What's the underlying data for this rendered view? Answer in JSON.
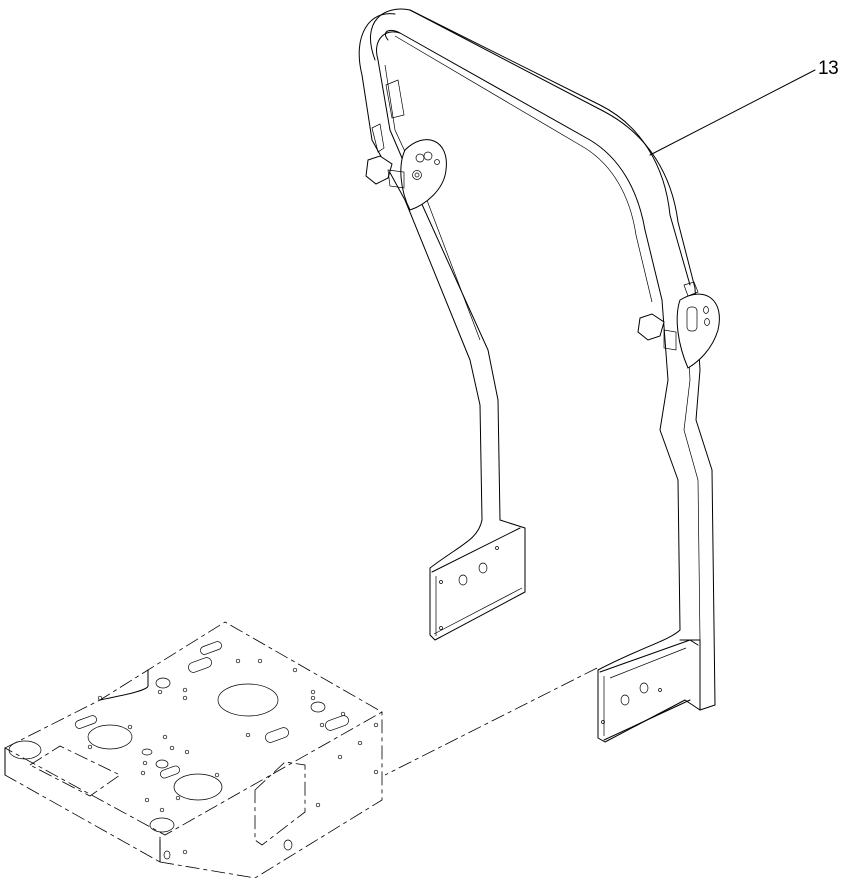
{
  "diagram": {
    "type": "exploded-parts-illustration",
    "callouts": [
      {
        "number": "13",
        "target": "roll-over-protection-bar"
      }
    ],
    "parts": [
      {
        "name": "roll-over-protection-bar",
        "callout": "13"
      },
      {
        "name": "frame-platform",
        "callout": ""
      }
    ],
    "line_color": "#000000",
    "background_color": "#ffffff"
  }
}
